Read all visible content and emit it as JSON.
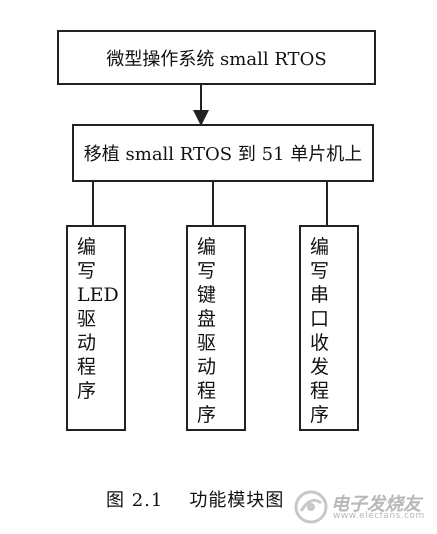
{
  "diagram": {
    "top_box": "微型操作系统 small RTOS",
    "middle_box": "移植 small RTOS 到 51 单片机上",
    "leaves": [
      "编\n写\nLED\n驱\n动\n程\n序",
      "编\n写\n键\n盘\n驱\n动\n程\n序",
      "编\n写\n串\n口\n收\n发\n程\n序"
    ]
  },
  "caption": {
    "number": "图 2.1",
    "title": "功能模块图"
  },
  "watermark": {
    "text": "电子发烧友",
    "url": "www.elecfans.com"
  }
}
